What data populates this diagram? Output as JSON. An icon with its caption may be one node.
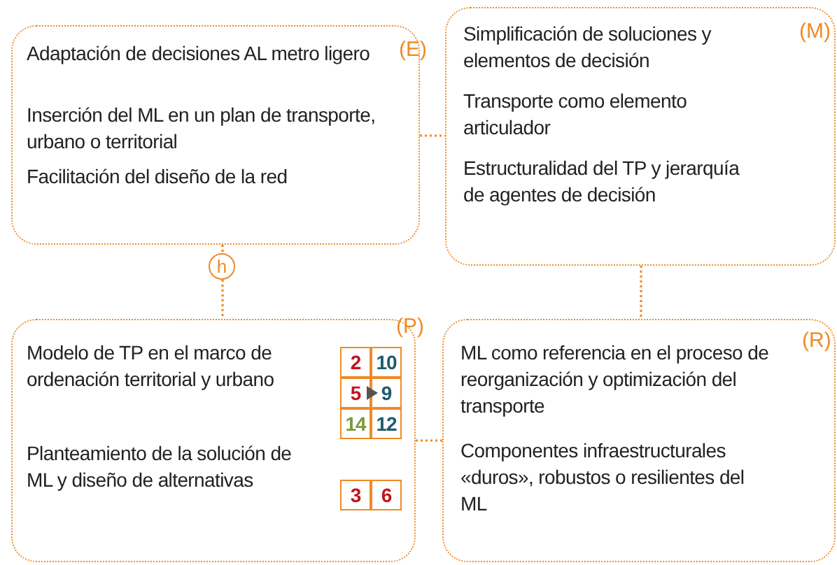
{
  "diagram": {
    "nodes": [
      {
        "text": [
          "(E)",
          "Adaptación de decisiones AL metro ligero",
          "Inserción del ML en un plan de transporte, urbano o territorial",
          "Facilitación del diseño de la red"
        ]
      },
      {
        "text": [
          "(M)",
          "Simplificación de soluciones y elementos de decisión",
          "Transporte como elemento articulador",
          "Estructuralidad del TP y jerarquía de agentes de decisión"
        ]
      },
      {
        "text": [
          "h"
        ]
      },
      {
        "text": [
          "(P)",
          "Modelo de TP en el marco de ordenación territorial y urbano",
          "Planteamiento de la solución de ML y diseño de alternativas"
        ]
      },
      {
        "text": [
          "(R)",
          "ML como referencia en el proceso de reorganización y optimización del transporte",
          "Componentes infraestructurales «duros»,  robustos o resilientes del ML"
        ]
      }
    ],
    "edges": [
      {
        "from": 0,
        "to": 1,
        "arrow": "none"
      },
      {
        "from": 0,
        "to": 2,
        "arrow": "none"
      },
      {
        "from": 2,
        "to": 3,
        "arrow": "none"
      },
      {
        "from": 1,
        "to": 4,
        "arrow": "none"
      },
      {
        "from": 3,
        "to": 4,
        "arrow": "none"
      }
    ],
    "labels": [
      "2",
      "10",
      "5",
      "9",
      "14",
      "12",
      "3",
      "6"
    ]
  }
}
